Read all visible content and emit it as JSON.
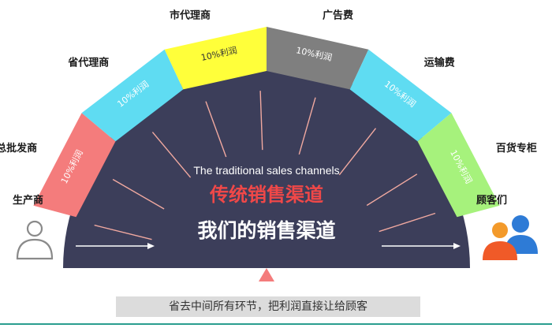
{
  "colors": {
    "dome": "#3c3e5a",
    "rays": "#f1a9a0",
    "segment_coral": "#f47c7c",
    "segment_cyan": "#5fdcf2",
    "segment_yellow": "#ffff3a",
    "segment_gray": "#7f7f7f",
    "segment_green": "#a6f27c",
    "pointer": "#f47c7c",
    "footer_bg": "#dcdcdc",
    "bottom_line": "#2a9d8f"
  },
  "left_label": "生产商",
  "right_label": "顾客们",
  "icons": {
    "left": "person-outline-icon",
    "right": "customers-icon"
  },
  "segments": [
    {
      "name": "总批发商",
      "text": "10%利润",
      "color": "#f47c7c"
    },
    {
      "name": "省代理商",
      "text": "10%利润",
      "color": "#5fdcf2"
    },
    {
      "name": "市代理商",
      "text": "10%利润",
      "color": "#ffff3a"
    },
    {
      "name": "广告费",
      "text": "10%利润",
      "color": "#7f7f7f"
    },
    {
      "name": "运输费",
      "text": "10%利润",
      "color": "#5fdcf2"
    },
    {
      "name": "百货专柜",
      "text": "10%利润",
      "color": "#a6f27c"
    }
  ],
  "english_title": "The traditional sales channels",
  "traditional_title": "传统销售渠道",
  "our_title": "我们的销售渠道",
  "footer_text": "省去中间所有环节，把利润直接让给顾客"
}
